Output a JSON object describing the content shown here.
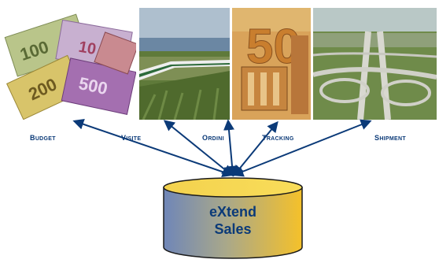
{
  "labels": {
    "budget": "Budget",
    "visite": "Visite",
    "ordini": "Ordini",
    "tracking": "Tracking",
    "shipment": "Shipment"
  },
  "database": {
    "line1": "eXtend",
    "line2": "Sales"
  },
  "colors": {
    "label_text": "#0b3a78",
    "cylinder_left": "#6f86b8",
    "cylinder_right": "#f5c12a",
    "cylinder_top": "#f7d44a",
    "arrow": "#0b3a78"
  },
  "images": {
    "money": "euro-banknotes-photo",
    "train": "high-speed-train-photo",
    "note50": "fifty-euro-note-photo",
    "highway": "highway-interchange-photo"
  }
}
